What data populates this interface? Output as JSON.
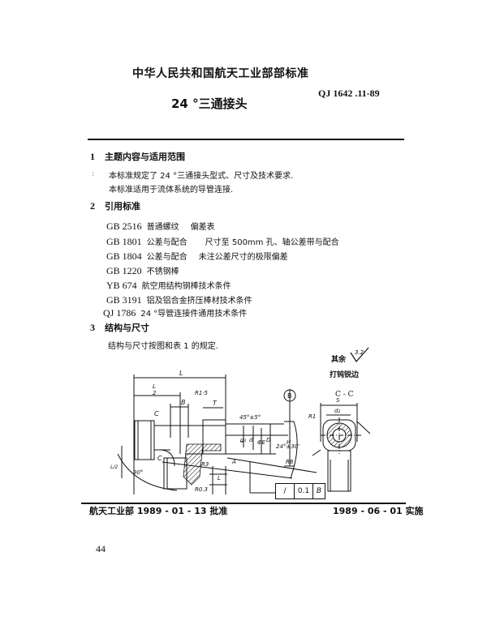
{
  "header": {
    "organization": "中华人民共和国航天工业部部标准",
    "doc_code": "QJ 1642 .11-89",
    "title": "24 °三通接头"
  },
  "sections": [
    {
      "number": "1",
      "title": "主题内容与适用范围",
      "paragraphs": [
        "本标准规定了 24 °三通接头型式、尺寸及技术要求.",
        "本标准适用于流体系统的导管连接."
      ]
    },
    {
      "number": "2",
      "title": "引用标准",
      "references": [
        {
          "code": "GB 2516",
          "title": "普通螺纹",
          "subtitle": "偏差表"
        },
        {
          "code": "GB 1801",
          "title": "公差与配合",
          "subtitle": "尺寸至 500mm  孔、轴公差带与配合"
        },
        {
          "code": "GB 1804",
          "title": "公差与配合",
          "subtitle": "未注公差尺寸的极限偏差"
        },
        {
          "code": "GB 1220",
          "title": "不锈钢棒",
          "subtitle": ""
        },
        {
          "code": "YB 674",
          "title": "航空用结构钢棒技术条件",
          "subtitle": ""
        },
        {
          "code": "GB 3191",
          "title": "铝及铝合金挤压棒材技术条件",
          "subtitle": ""
        },
        {
          "code": "QJ 1786",
          "title": "24 °导管连接件通用技术条件",
          "subtitle": ""
        }
      ]
    },
    {
      "number": "3",
      "title": "结构与尺寸",
      "paragraphs": [
        "结构与尺寸按图和表 1 的规定."
      ]
    }
  ],
  "drawing": {
    "surface_note": "其余",
    "surface_roughness": "3.2",
    "edge_note": "打钝锐边",
    "section_label": "C - C",
    "datum": "B",
    "dim_labels": {
      "L": "L",
      "half_L_num": "L",
      "half_L_den": "2",
      "B": "B",
      "C_top": "C",
      "C_bottom": "C",
      "R15": "R1·5",
      "T": "T",
      "chamfer": "45°±5°",
      "d1": "d₁",
      "d": "d",
      "phiE": "ΦE",
      "D": "D",
      "H": "H",
      "angle": "24°±30'",
      "R8": "R8",
      "R3": "R3",
      "R03": "R0.3",
      "A": "A",
      "L_small": "L",
      "half_angle_left": "L/2",
      "right_angle": "90°",
      "S": "S",
      "d2": "d₂",
      "R1": "R1",
      "phi_d": "d"
    },
    "tolerance_frame": {
      "symbol": "/",
      "value": "0.1",
      "datum": "B"
    }
  },
  "footer": {
    "approved": "航天工业部 1989 - 01 - 13 批准",
    "effective": "1989 - 06 - 01 实施"
  },
  "page_number": "44"
}
